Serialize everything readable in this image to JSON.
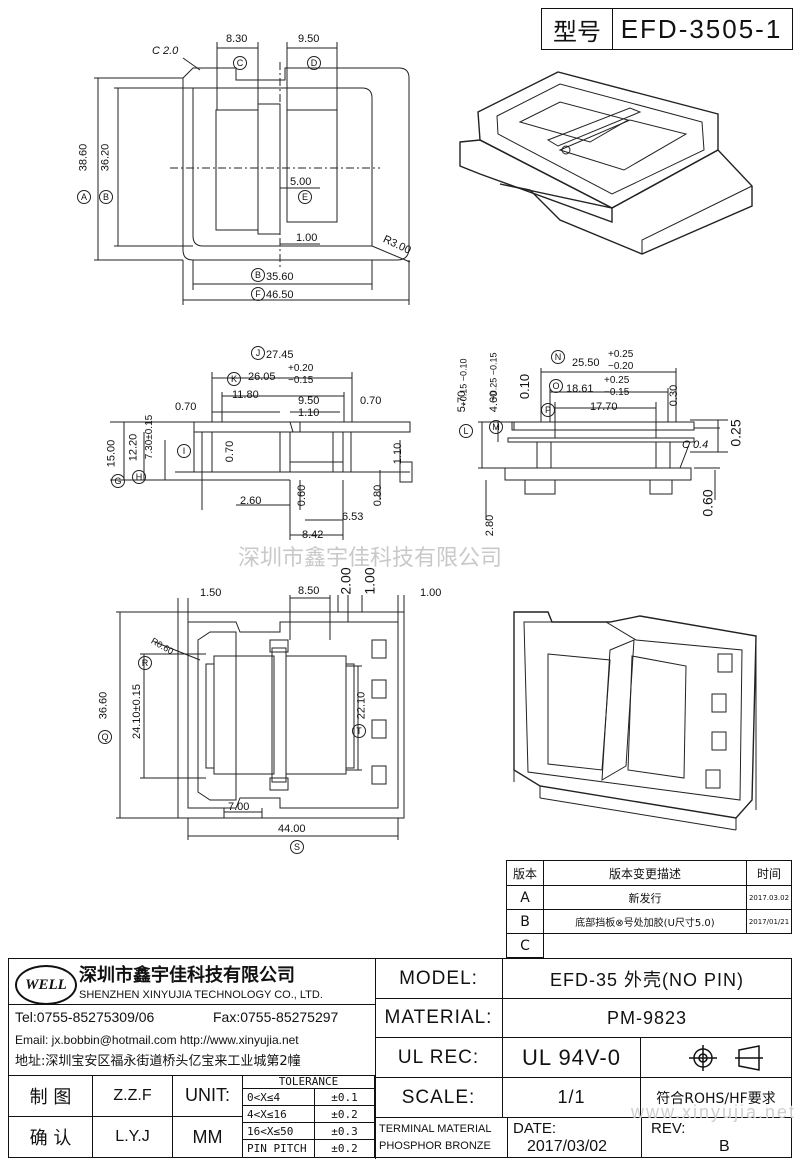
{
  "header": {
    "label_type": "型号",
    "part_number": "EFD-3505-1"
  },
  "top_view": {
    "dims": {
      "d830": "8.30",
      "d950": "9.50",
      "c20": "C 2.0",
      "d3860": "38.60",
      "d3620": "36.20",
      "d500": "5.00",
      "d100": "1.00",
      "r300": "R3.00",
      "d3560": "35.60",
      "d4650": "46.50"
    },
    "markers": {
      "a": "A",
      "b": "B",
      "c": "C",
      "d": "D",
      "e": "E",
      "f": "F"
    }
  },
  "side_view": {
    "dims": {
      "d2745": "27.45",
      "d2605": "26.05",
      "tol_k_up": "+0.20",
      "tol_k_dn": "−0.15",
      "d1180": "11.80",
      "d070a": "0.70",
      "d950": "9.50",
      "d110a": "1.10",
      "d070b": "0.70",
      "d1500": "15.00",
      "d1220": "12.20",
      "d730": "7.30±0.15",
      "d070c": "0.70",
      "d110b": "1.10",
      "d260": "2.60",
      "d060": "0.60",
      "d080": "0.80",
      "d653": "6.53",
      "d842": "8.42"
    },
    "markers": {
      "j": "J",
      "k": "K",
      "i": "I",
      "g": "G",
      "h": "H"
    }
  },
  "front_view": {
    "dims": {
      "d2550": "25.50",
      "tol_n_up": "+0.25",
      "tol_n_dn": "−0.20",
      "d1861": "18.61",
      "tol_o_up": "+0.25",
      "tol_o_dn": "−0.15",
      "d1770": "17.70",
      "d570": "5.70",
      "tol_570": "+0.15 −0.10",
      "d460": "4.60",
      "tol_460": "+0.25 −0.15",
      "d010": "0.10",
      "d030": "0.30",
      "c04": "C 0.4",
      "d025": "0.25",
      "d060": "0.60",
      "d280": "2.80"
    },
    "markers": {
      "n": "N",
      "o": "O",
      "p": "P",
      "l": "L",
      "m": "M"
    }
  },
  "bottom_view": {
    "dims": {
      "d150": "1.50",
      "d850": "8.50",
      "d200": "2.00",
      "d100a": "1.00",
      "d100b": "1.00",
      "r060": "R0.60",
      "d3660": "36.60",
      "d2410": "24.10±0.15",
      "d2210": "22.10",
      "d700": "7.00",
      "d4400": "44.00"
    },
    "markers": {
      "r": "R",
      "q": "Q",
      "t": "T",
      "s": "S"
    }
  },
  "watermark": {
    "company": "深圳市鑫宇佳科技有限公司",
    "url": "www.xinyujia.net"
  },
  "revision_table": {
    "headers": [
      "版本",
      "版本变更描述",
      "时间"
    ],
    "rows": [
      {
        "ver": "A",
        "desc": "新发行",
        "date": "2017.03.02"
      },
      {
        "ver": "B",
        "desc": "底部挡板⊗号处加胶(U尺寸5.0)",
        "date": "2017/01/21"
      },
      {
        "ver": "C",
        "desc": "",
        "date": ""
      }
    ]
  },
  "company": {
    "logo_text": "WELL",
    "name_cn": "深圳市鑫宇佳科技有限公司",
    "name_en": "SHENZHEN XINYUJIA TECHNOLOGY CO., LTD.",
    "tel": "Tel:0755-85275309/06",
    "fax": "Fax:0755-85275297",
    "email": "Email: jx.bobbin@hotmail.com  http://www.xinyujia.net",
    "address": "地址:深圳宝安区福永街道桥头亿宝来工业城第2幢"
  },
  "title_block": {
    "model_label": "MODEL:",
    "model_value": "EFD-35 外壳(NO PIN)",
    "material_label": "MATERIAL:",
    "material_value": "PM-9823",
    "ulrec_label": "UL REC:",
    "ulrec_value": "UL 94V-0",
    "scale_label": "SCALE:",
    "scale_value": "1/1",
    "rohs": "符合ROHS/HF要求",
    "terminal_material_label": "TERMINAL MATERIAL",
    "terminal_material_value": "PHOSPHOR BRONZE",
    "date_label": "DATE:",
    "date_value": "2017/03/02",
    "rev_label": "REV:",
    "rev_value": "B",
    "drawn_label": "制 图",
    "drawn_value": "Z.Z.F",
    "checked_label": "确 认",
    "checked_value": "L.Y.J",
    "unit_label": "UNIT:",
    "unit_value": "MM",
    "tolerance_title": "TOLERANCE",
    "tolerance_rows": [
      {
        "range": "0<X≤4",
        "tol": "±0.1"
      },
      {
        "range": "4<X≤16",
        "tol": "±0.2"
      },
      {
        "range": "16<X≤50",
        "tol": "±0.3"
      },
      {
        "range": "PIN PITCH",
        "tol": "±0.2"
      }
    ]
  }
}
